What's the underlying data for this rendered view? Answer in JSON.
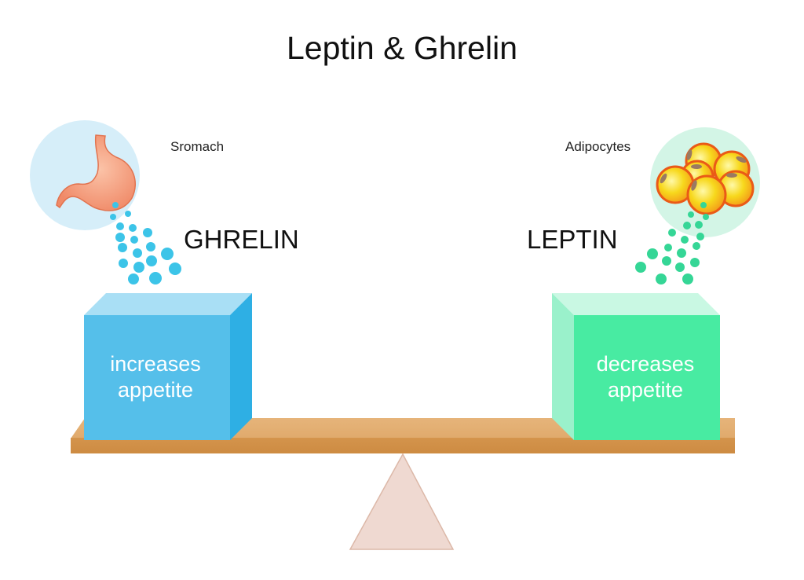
{
  "title": "Leptin & Ghrelin",
  "left": {
    "organ_label": "Sromach",
    "organ_icon": "stomach-icon",
    "hormone": "GHRELIN",
    "effect_line1": "increases",
    "effect_line2": "appetite",
    "box_color": "#55bfea",
    "particle_color": "#3cc4e8"
  },
  "right": {
    "organ_label": "Adipocytes",
    "organ_icon": "fat-cells-icon",
    "hormone": "LEPTIN",
    "effect_line1": "decreases",
    "effect_line2": "appetite",
    "box_color": "#48eba2",
    "particle_color": "#35d696"
  },
  "balance": {
    "plank_color": "#d9a05f",
    "fulcrum_color": "#efd9d1",
    "tilt": "level"
  }
}
